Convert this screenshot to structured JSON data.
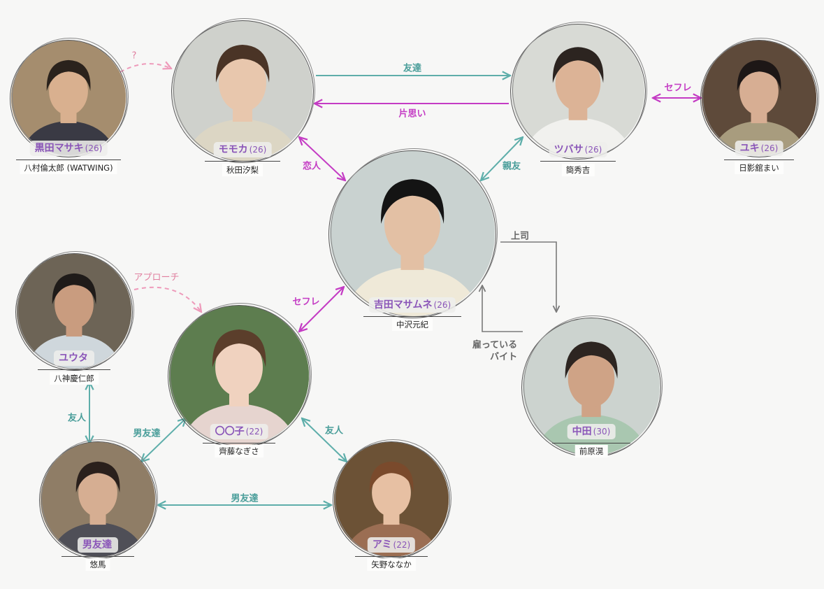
{
  "colors": {
    "teal": "#5eaeaa",
    "magenta": "#c43cc4",
    "pink": "#ee9aba",
    "gray": "#7a7a7a",
    "name": "#8a55b8"
  },
  "characters": [
    {
      "id": "masaki",
      "name": "黒田マサキ",
      "age": "(26)",
      "actor": "八村倫太郎 (WATWING)"
    },
    {
      "id": "momoka",
      "name": "モモカ",
      "age": "(26)",
      "actor": "秋田汐梨"
    },
    {
      "id": "tsubasa",
      "name": "ツバサ",
      "age": "(26)",
      "actor": "簡秀吉"
    },
    {
      "id": "yuki",
      "name": "ユキ",
      "age": "(26)",
      "actor": "日影舘まい"
    },
    {
      "id": "masamune",
      "name": "吉田マサムネ",
      "age": "(26)",
      "actor": "中沢元紀"
    },
    {
      "id": "yuta",
      "name": "ユウタ",
      "age": "",
      "actor": "八神慶仁郎"
    },
    {
      "id": "maruko",
      "name": "〇〇子",
      "age": "(22)",
      "actor": "齊藤なぎさ"
    },
    {
      "id": "nakata",
      "name": "中田",
      "age": "(30)",
      "actor": "前原滉"
    },
    {
      "id": "boyfriend",
      "name": "男友達",
      "age": "",
      "actor": "悠馬"
    },
    {
      "id": "ami",
      "name": "アミ",
      "age": "(22)",
      "actor": "矢野ななか"
    }
  ],
  "relations": [
    {
      "id": "masaki-momoka",
      "label": "?",
      "color": "pink",
      "style": "dashed"
    },
    {
      "id": "momoka-tsubasa",
      "label": "友達",
      "color": "teal",
      "style": "solid"
    },
    {
      "id": "tsubasa-momoka",
      "label": "片思い",
      "color": "magenta",
      "style": "solid"
    },
    {
      "id": "tsubasa-yuki",
      "label": "セフレ",
      "color": "magenta",
      "style": "solid"
    },
    {
      "id": "momoka-masamune",
      "label": "恋人",
      "color": "magenta",
      "style": "solid"
    },
    {
      "id": "tsubasa-masamune",
      "label": "親友",
      "color": "teal",
      "style": "solid"
    },
    {
      "id": "masamune-nakata",
      "label": "上司",
      "color": "gray",
      "style": "solid"
    },
    {
      "id": "nakata-masamune",
      "label": "雇っている\nバイト",
      "color": "gray",
      "style": "solid"
    },
    {
      "id": "masamune-maruko",
      "label": "セフレ",
      "color": "magenta",
      "style": "solid"
    },
    {
      "id": "yuta-maruko",
      "label": "アプローチ",
      "color": "pink",
      "style": "dashed"
    },
    {
      "id": "yuta-boyfriend",
      "label": "友人",
      "color": "teal",
      "style": "solid"
    },
    {
      "id": "maruko-boyfriend",
      "label": "男友達",
      "color": "teal",
      "style": "solid"
    },
    {
      "id": "maruko-ami",
      "label": "友人",
      "color": "teal",
      "style": "solid"
    },
    {
      "id": "boyfriend-ami",
      "label": "男友達",
      "color": "teal",
      "style": "solid"
    }
  ]
}
